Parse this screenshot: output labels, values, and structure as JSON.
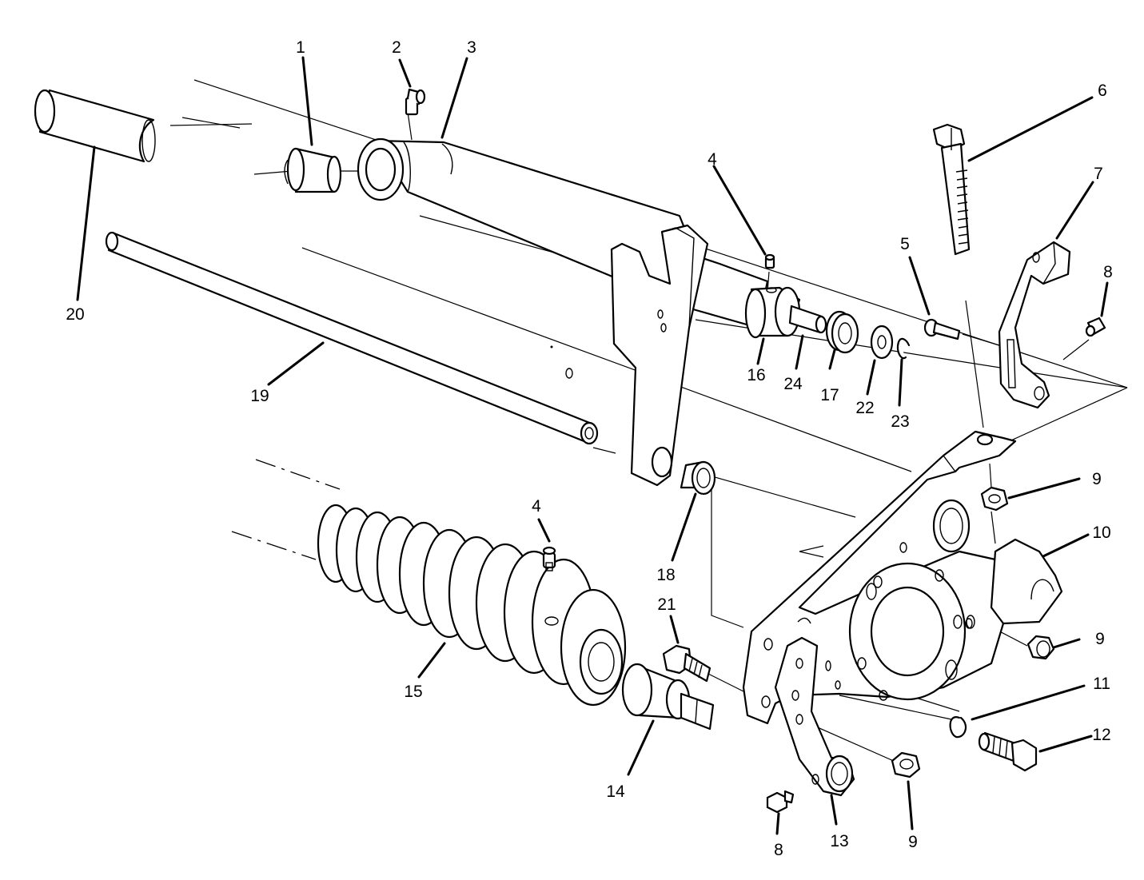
{
  "callouts": [
    {
      "label": "1"
    },
    {
      "label": "2"
    },
    {
      "label": "3"
    },
    {
      "label": "4"
    },
    {
      "label": "5"
    },
    {
      "label": "6"
    },
    {
      "label": "7"
    },
    {
      "label": "8"
    },
    {
      "label": "20"
    },
    {
      "label": "19"
    },
    {
      "label": "16"
    },
    {
      "label": "24"
    },
    {
      "label": "17"
    },
    {
      "label": "22"
    },
    {
      "label": "23"
    },
    {
      "label": "9"
    },
    {
      "label": "10"
    },
    {
      "label": "18"
    },
    {
      "label": "4"
    },
    {
      "label": "21"
    },
    {
      "label": "15"
    },
    {
      "label": "14"
    },
    {
      "label": "9"
    },
    {
      "label": "11"
    },
    {
      "label": "12"
    },
    {
      "label": "8"
    },
    {
      "label": "13"
    },
    {
      "label": "9"
    }
  ]
}
